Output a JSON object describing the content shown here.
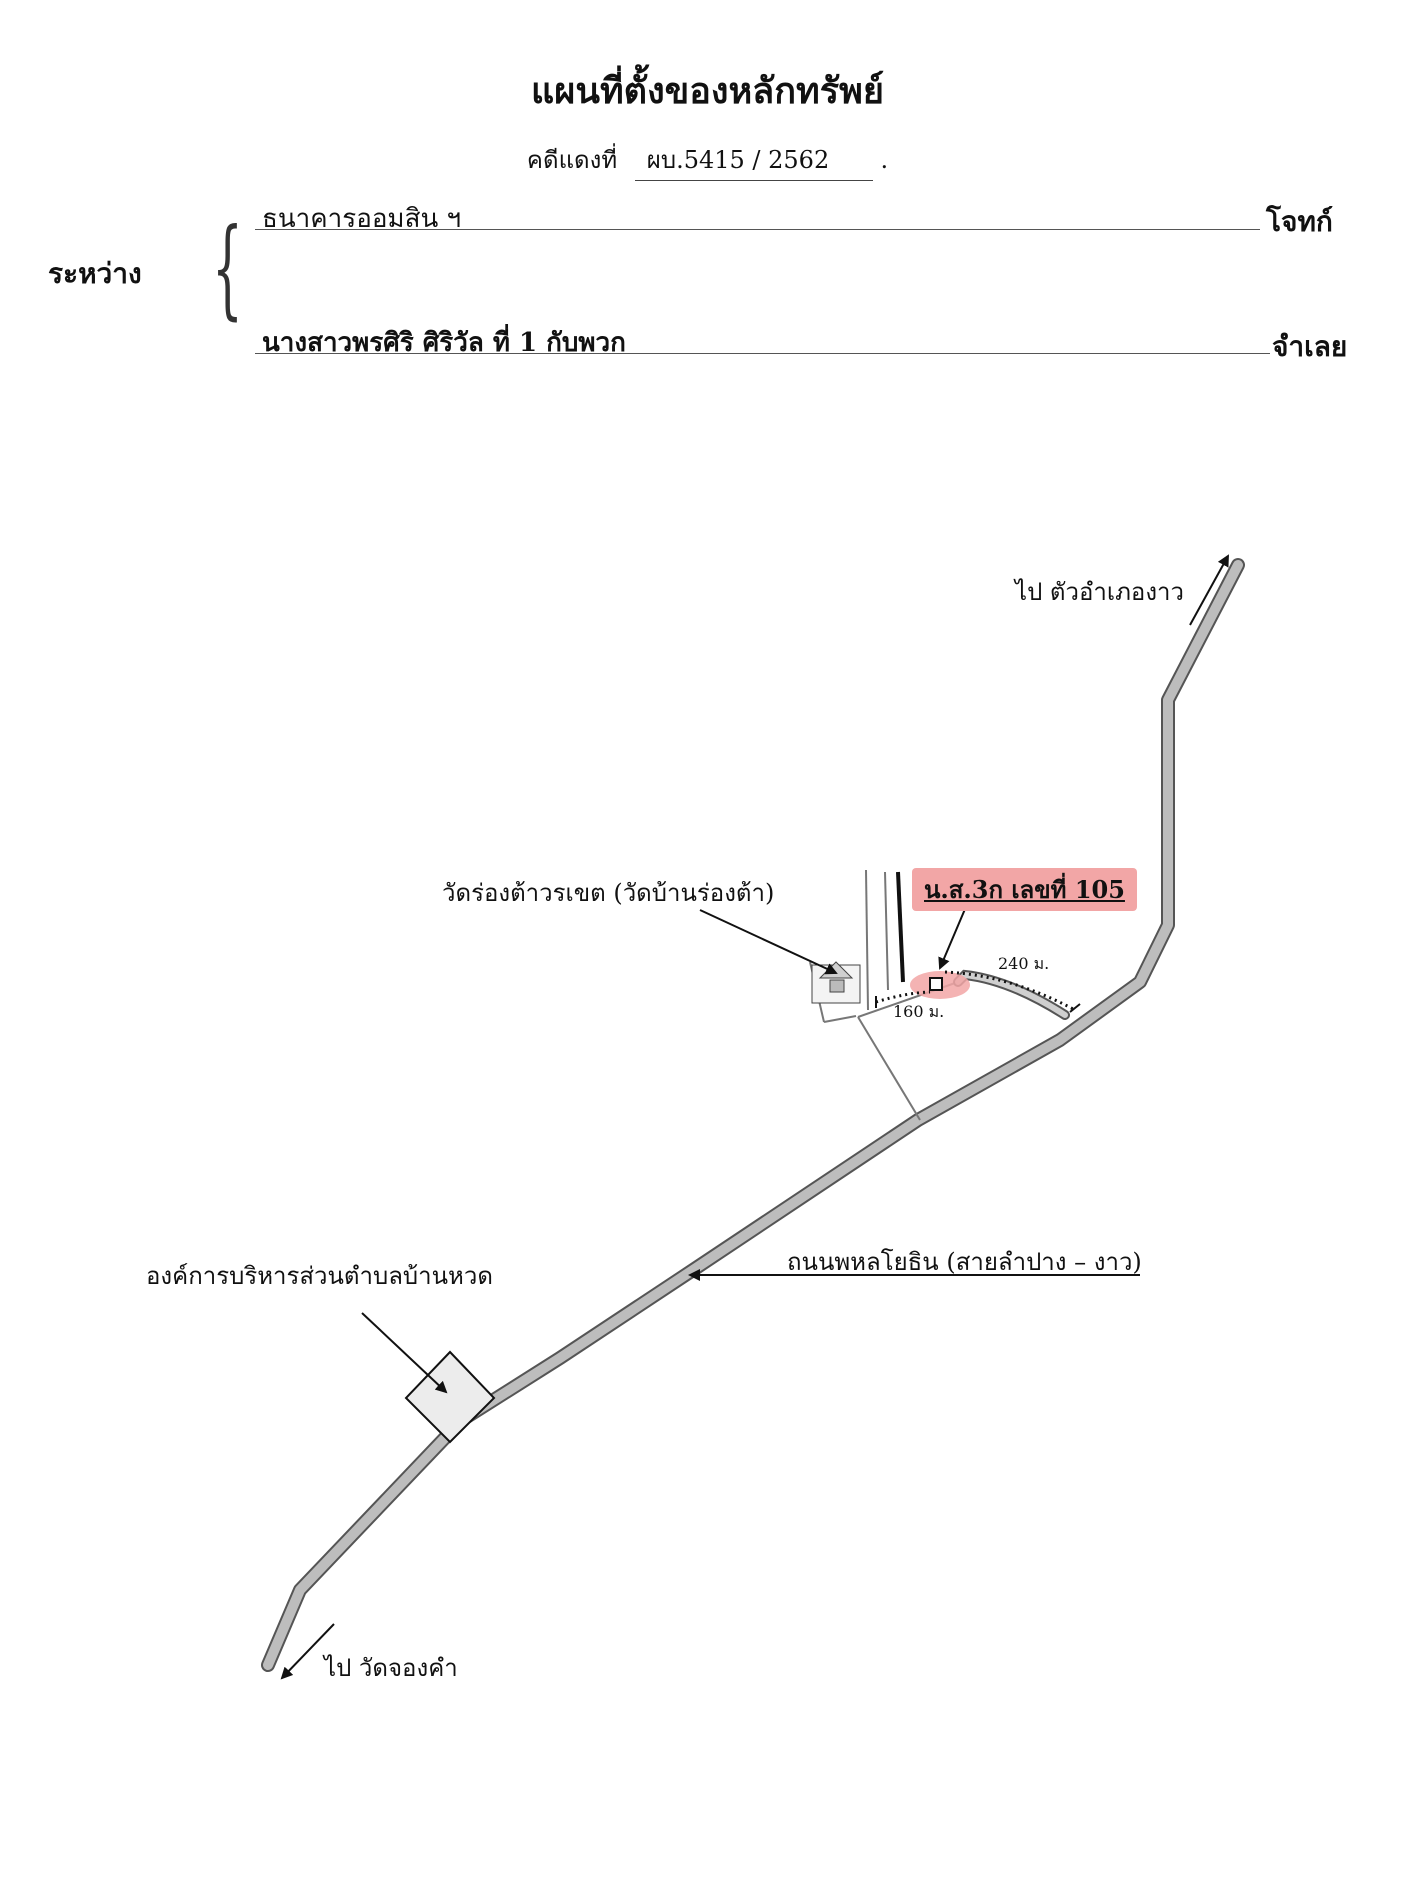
{
  "document": {
    "title": "แผนที่ตั้งของหลักทรัพย์",
    "case_label": "คดีแดงที่",
    "case_number": "ผบ.5415 / 2562",
    "case_suffix": ".",
    "between_label": "ระหว่าง",
    "plaintiff": {
      "name": "ธนาคารออมสิน ฯ",
      "role": "โจทก์"
    },
    "defendant": {
      "name": "นางสาวพรศิริ  ศิริวัล  ที่ 1 กับพวก",
      "role": "จำเลย"
    }
  },
  "map": {
    "direction_top": "ไป ตัวอำเภองาว",
    "direction_bottom": "ไป วัดจองคำ",
    "temple_label": "วัดร่องต้าวรเขต (วัดบ้านร่องต้า)",
    "parcel_label": "น.ส.3ก เลขที่ 105",
    "distance_right": "240 ม.",
    "distance_left": "160 ม.",
    "office_label": "องค์การบริหารส่วนตำบลบ้านหวด",
    "road_label": "ถนนพหลโยธิน (สายลำปาง – งาว)",
    "highlight_color": "#f2a6a6",
    "road_color": "#b9b9b9"
  }
}
